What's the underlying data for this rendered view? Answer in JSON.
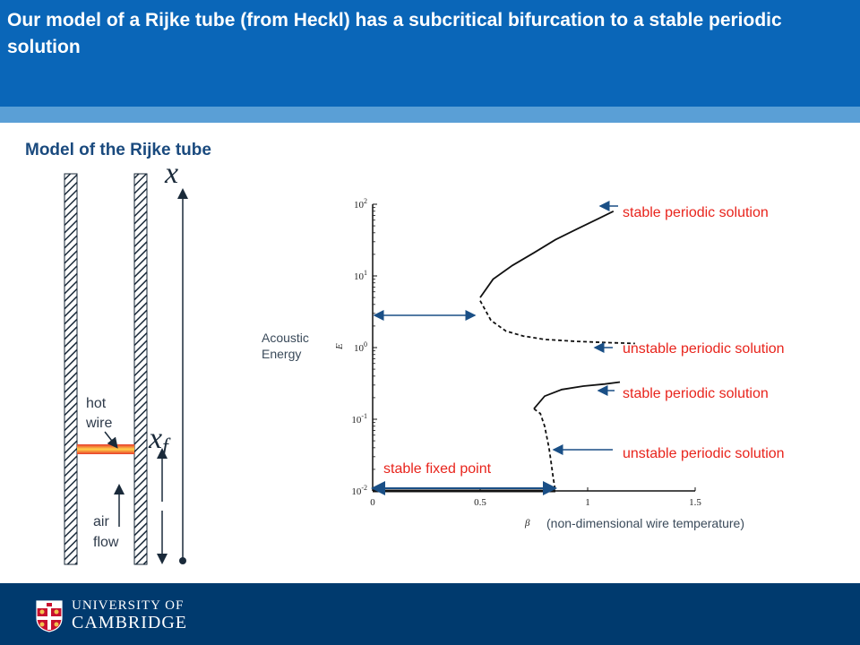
{
  "header": {
    "title": "Our model of a Rijke tube (from Heckl) has a  subcritical bifurcation to a stable periodic solution"
  },
  "section": {
    "subtitle": "Model of the Rijke tube"
  },
  "tube_diagram": {
    "axis_x_label": "x",
    "axis_xf_label": "x",
    "axis_xf_sub": "f",
    "hot_wire_label_1": "hot",
    "hot_wire_label_2": "wire",
    "air_flow_label_1": "air",
    "air_flow_label_2": "flow"
  },
  "chart_data": {
    "type": "line",
    "xlabel": "β",
    "ylabel": "E",
    "x_ticks": [
      "0",
      "0.5",
      "1",
      "1.5"
    ],
    "y_ticks": [
      "10^-2",
      "10^-1",
      "10^0",
      "10^1",
      "10^2"
    ],
    "xlim": [
      0,
      1.5
    ],
    "ylim_log10": [
      -2,
      2
    ],
    "y_scale": "log",
    "series": [
      {
        "name": "stable fixed point",
        "style": "solid",
        "x": [
          0.0,
          0.85
        ],
        "y": [
          0.01,
          0.01
        ]
      },
      {
        "name": "stable periodic solution",
        "style": "solid",
        "x": [
          0.5,
          0.56,
          0.65,
          0.75,
          0.85,
          0.95,
          1.05,
          1.12
        ],
        "y": [
          5.0,
          9.0,
          14.0,
          21.0,
          32.0,
          45.0,
          63.0,
          80.0
        ]
      },
      {
        "name": "unstable periodic solution",
        "style": "dashed",
        "x": [
          0.5,
          0.55,
          0.62,
          0.7,
          0.8,
          0.95,
          1.1,
          1.22
        ],
        "y": [
          4.5,
          2.4,
          1.7,
          1.45,
          1.3,
          1.22,
          1.17,
          1.14
        ]
      },
      {
        "name": "stable periodic solution",
        "style": "solid",
        "x": [
          0.75,
          0.8,
          0.88,
          0.98,
          1.08,
          1.15
        ],
        "y": [
          0.14,
          0.21,
          0.26,
          0.29,
          0.31,
          0.33
        ]
      },
      {
        "name": "unstable periodic solution",
        "style": "dashed",
        "x": [
          0.75,
          0.78,
          0.8,
          0.82,
          0.83,
          0.84,
          0.85
        ],
        "y": [
          0.14,
          0.12,
          0.08,
          0.04,
          0.025,
          0.015,
          0.01
        ]
      }
    ]
  },
  "annotations": {
    "stable_periodic_1": "stable periodic solution",
    "unstable_periodic_1": "unstable periodic solution",
    "stable_periodic_2": "stable periodic solution",
    "unstable_periodic_2": "unstable periodic solution",
    "stable_fixed_point": "stable fixed point",
    "acoustic_1": "Acoustic",
    "acoustic_2": "Energy",
    "wire_temperature": "(non-dimensional wire temperature)"
  },
  "footer": {
    "logo_line1": "UNIVERSITY OF",
    "logo_line2": "CAMBRIDGE",
    "logo_icon": "cambridge-crest-icon"
  },
  "colors": {
    "header": "#0a66b8",
    "stripe": "#5a9fd6",
    "footer": "#003a6e",
    "subtitle": "#1a4a7e",
    "annotation_red": "#e8241c",
    "arrow": "#1a4f86"
  }
}
